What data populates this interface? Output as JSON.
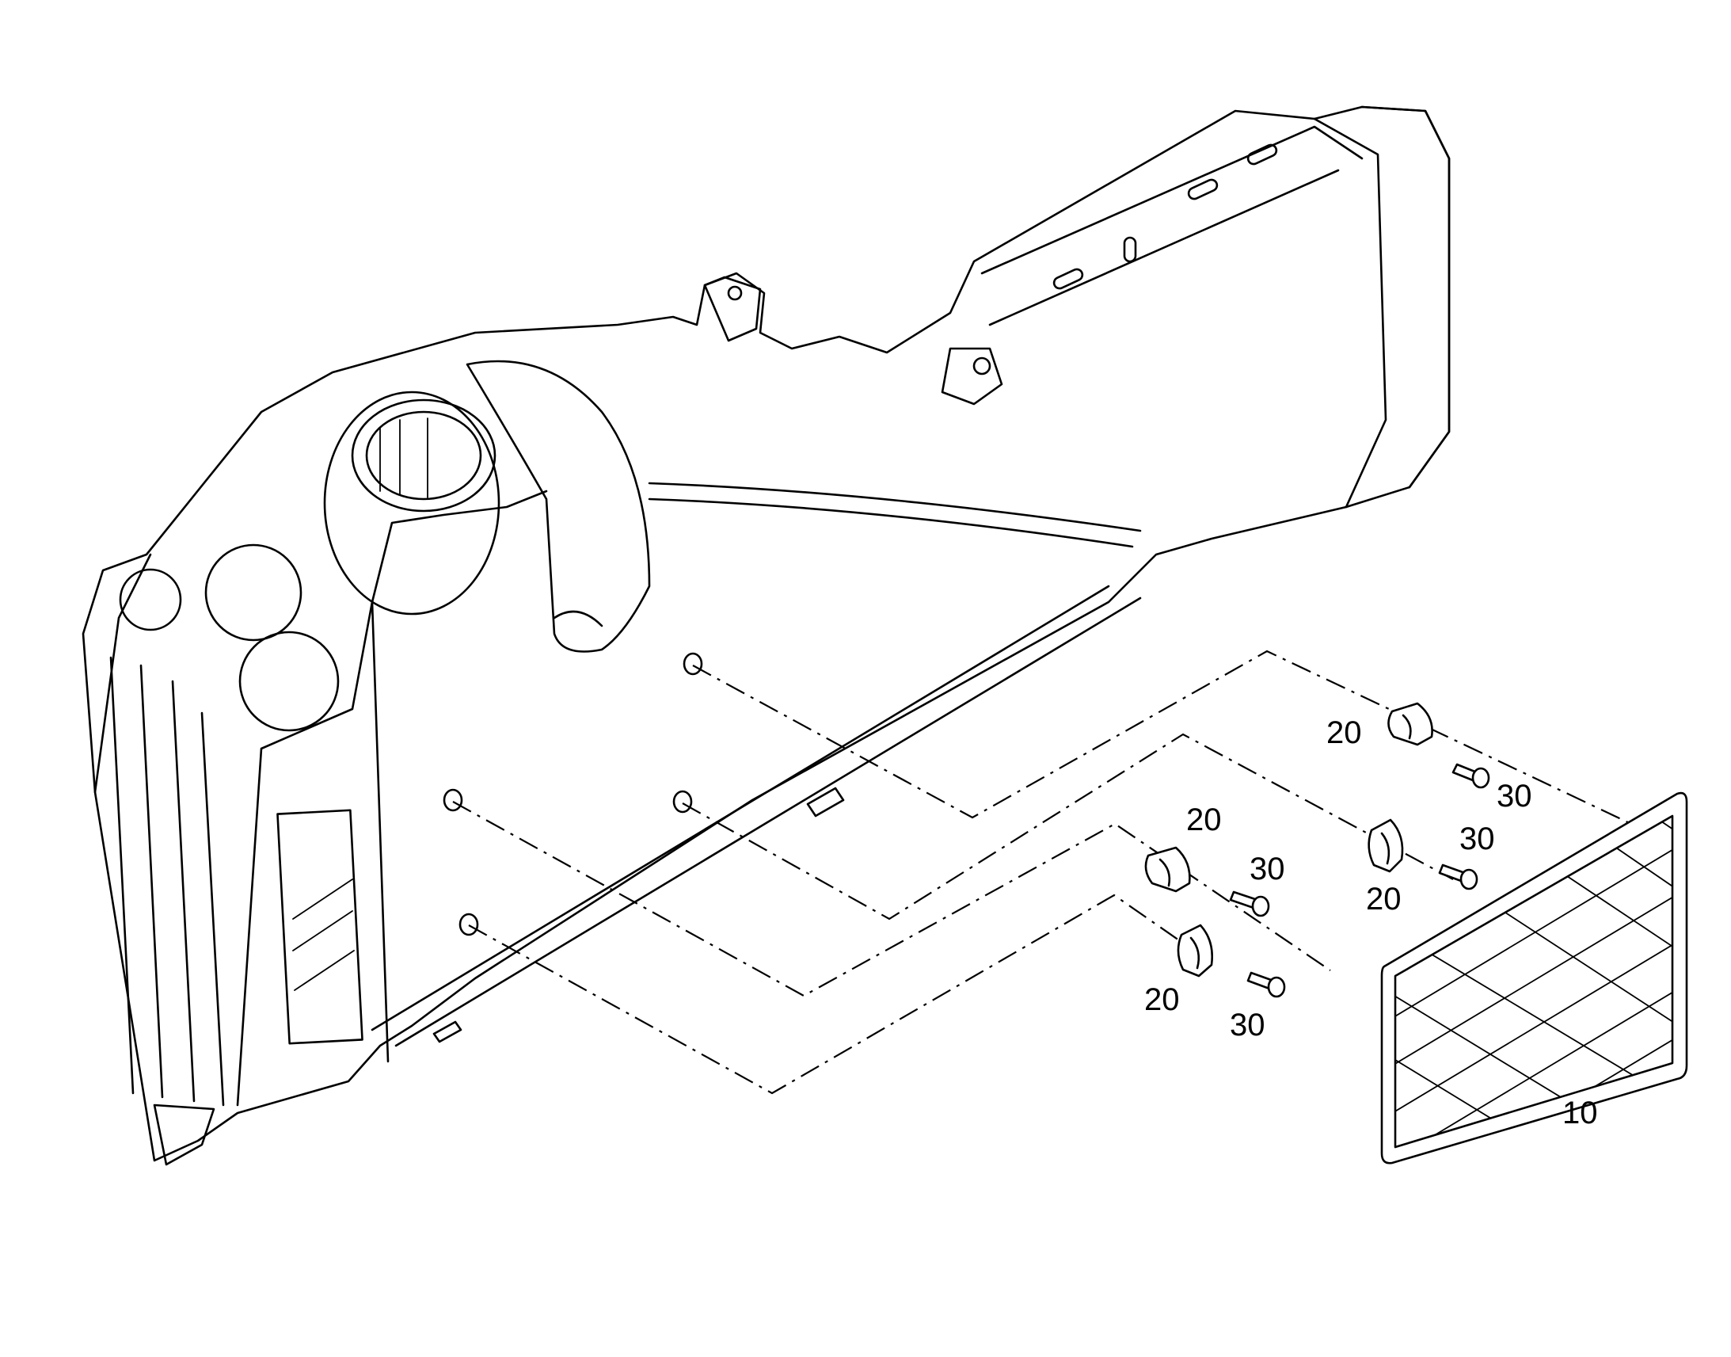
{
  "diagram": {
    "callouts": {
      "net": "10",
      "clip_a": "20",
      "clip_b": "20",
      "clip_c": "20",
      "clip_d": "20",
      "screw_a": "30",
      "screw_b": "30",
      "screw_c": "30",
      "screw_d": "30"
    }
  }
}
